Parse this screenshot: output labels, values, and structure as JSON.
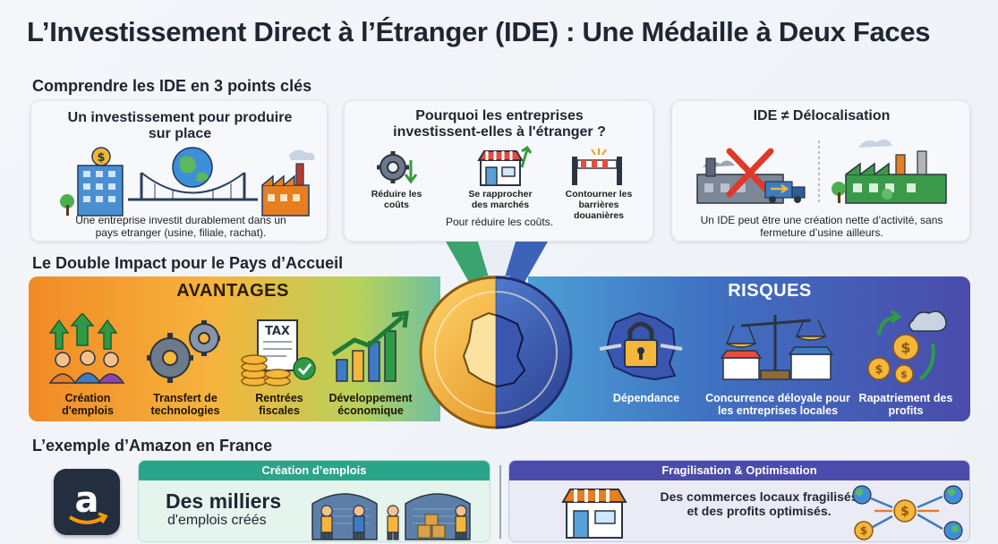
{
  "title": "L’Investissement Direct à l’Étranger (IDE) : Une Médaille à Deux Faces",
  "section1": {
    "heading": "Comprendre les IDE en 3 points clés",
    "card1": {
      "title": "Un investissement pour produire sur place",
      "desc": "Une entreprise investit durablement dans un pays etranger (usine, filiale, rachat)."
    },
    "card2": {
      "title": "Pourquoi les entreprises investissent-elles à l'étranger ?",
      "items": [
        "Réduire les coûts",
        "Se rapprocher des marchés",
        "Contourner les barrières douanières"
      ],
      "desc": "Pour réduire les coûts."
    },
    "card3": {
      "title": "IDE ≠ Délocalisation",
      "desc": "Un IDE peut être une création nette d’activité, sans fermeture d’usine ailleurs."
    }
  },
  "section2": {
    "heading": "Le Double Impact pour le Pays d’Accueil",
    "advantages_label": "AVANTAGES",
    "risks_label": "RISQUES",
    "advantages": [
      "Création d'emplois",
      "Transfert de technologies",
      "Rentrées fiscales",
      "Développement économique"
    ],
    "risks": [
      "Dépendance",
      "Concurrence déloyale pour les entreprises locales",
      "Rapatriement des profits"
    ],
    "tax_label": "TAX"
  },
  "section3": {
    "heading": "L’exemple d’Amazon en France",
    "left_header": "Création d’emplois",
    "left_text": "Des milliers",
    "left_sub": "d'emplois créés",
    "right_header": "Fragilisation & Optimisation",
    "right_text": "Des commerces locaux fragilisés et des profits optimisés."
  },
  "colors": {
    "orange": "#f18a25",
    "blue": "#3f72c2",
    "teal_header": "#2aa58a",
    "purple_header": "#4a4bab"
  }
}
